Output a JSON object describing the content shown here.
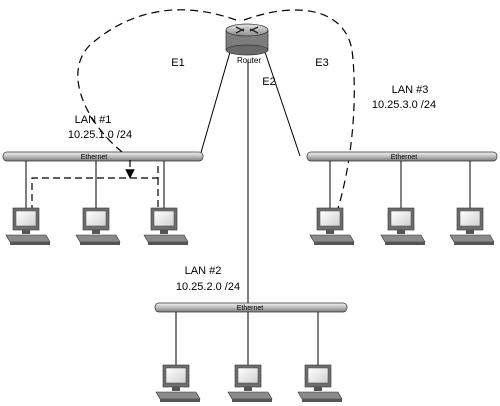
{
  "router": {
    "label": "Router"
  },
  "edges": {
    "e1": "E1",
    "e2": "E2",
    "e3": "E3"
  },
  "lans": [
    {
      "name": "LAN #1",
      "subnet": "10.25.1.0 /24",
      "bus_label": "Ethernet"
    },
    {
      "name": "LAN #2",
      "subnet": "10.25.2.0 /24",
      "bus_label": "Ethernet"
    },
    {
      "name": "LAN #3",
      "subnet": "10.25.3.0 /24",
      "bus_label": "Ethernet"
    }
  ]
}
